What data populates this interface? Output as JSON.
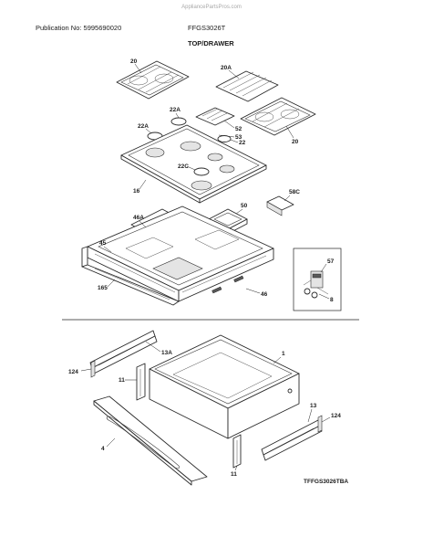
{
  "header": {
    "source": "AppliancePartsPros.com",
    "publication": "Publication No: 5995690020",
    "model": "FFGS3026T",
    "section_title": "TOP/DRAWER",
    "figure_code": "TFFGS3026TBA"
  },
  "callouts": {
    "grate_left": "20",
    "grate_center": "20A",
    "grate_right": "20",
    "cap_22a_top": "22A",
    "cap_22a_left": "22A",
    "burner_22": "22",
    "burner_22c": "22C",
    "knob_trim_52": "52",
    "knob_53": "53",
    "cooktop_16": "16",
    "drip_pan_50": "50",
    "vent_58c": "58C",
    "panel_46a": "46A",
    "panel_45": "45",
    "panel_46": "46",
    "rail_165": "165",
    "valve_57": "57",
    "valve_8": "8",
    "drawer_1": "1",
    "slide_13a": "13A",
    "slide_13": "13",
    "bracket_124_left": "124",
    "bracket_124_right": "124",
    "clip_11_upper": "11",
    "clip_11_lower": "11",
    "drawer_front_4": "4"
  }
}
